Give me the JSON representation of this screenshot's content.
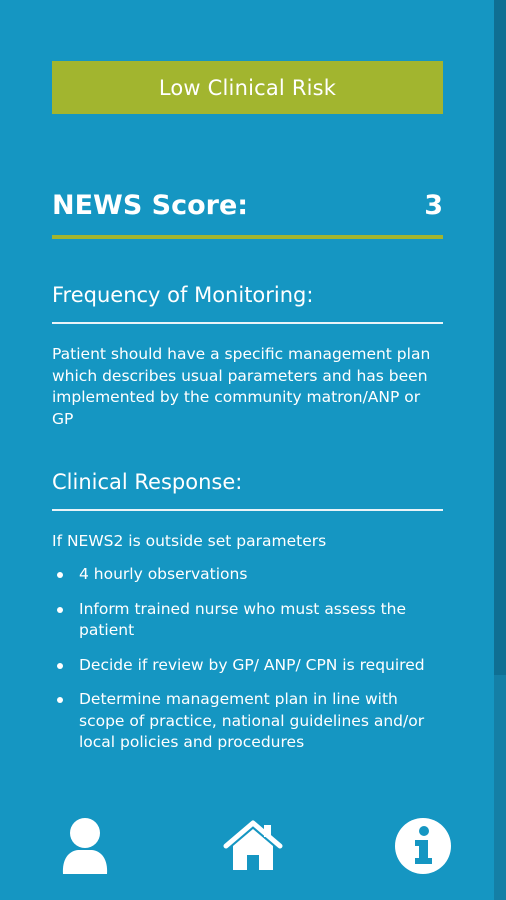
{
  "risk_banner": {
    "label": "Low Clinical Risk",
    "color": "#a2b52f"
  },
  "score": {
    "label": "NEWS Score:",
    "value": "3"
  },
  "monitoring": {
    "title": "Frequency of Monitoring:",
    "text": "Patient should have a specific management plan which describes usual parameters and has been implemented by the community matron/ANP or GP"
  },
  "clinical_response": {
    "title": "Clinical Response:",
    "condition": "If NEWS2 is outside set parameters",
    "items": [
      "4 hourly observations",
      "Inform trained nurse who must assess the patient",
      "Decide if review by GP/ ANP/ CPN is required",
      "Determine management plan in line with scope of practice, national guidelines and/or local policies and procedures"
    ]
  },
  "nav": {
    "profile_icon": "person-icon",
    "home_icon": "home-icon",
    "info_icon": "info-icon"
  },
  "theme": {
    "background": "#1596c2",
    "accent": "#a2b52f"
  }
}
